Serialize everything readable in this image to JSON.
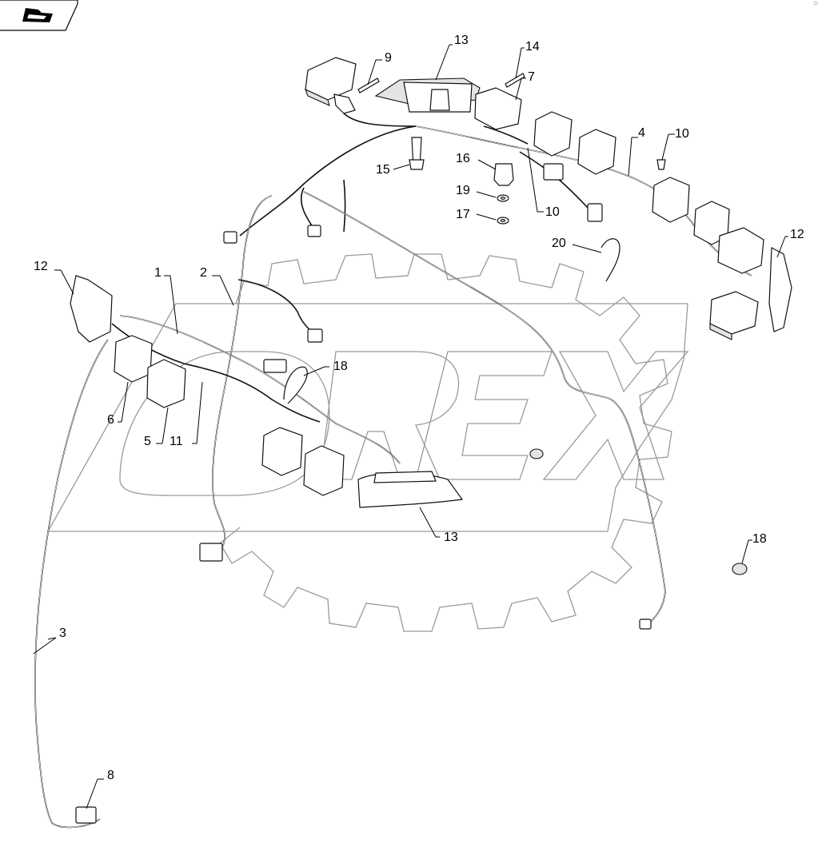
{
  "header": {
    "icon": "book-page-icon"
  },
  "watermark": {
    "text": "OREX",
    "icon": "gear-logo-icon"
  },
  "callouts": [
    {
      "label": "1"
    },
    {
      "label": "2"
    },
    {
      "label": "3"
    },
    {
      "label": "4"
    },
    {
      "label": "5"
    },
    {
      "label": "6"
    },
    {
      "label": "7"
    },
    {
      "label": "8"
    },
    {
      "label": "9"
    },
    {
      "label": "10"
    },
    {
      "label": "10"
    },
    {
      "label": "11"
    },
    {
      "label": "12"
    },
    {
      "label": "12"
    },
    {
      "label": "13"
    },
    {
      "label": "13"
    },
    {
      "label": "14"
    },
    {
      "label": "15"
    },
    {
      "label": "16"
    },
    {
      "label": "17"
    },
    {
      "label": "18"
    },
    {
      "label": "18"
    },
    {
      "label": "19"
    },
    {
      "label": "20"
    }
  ]
}
